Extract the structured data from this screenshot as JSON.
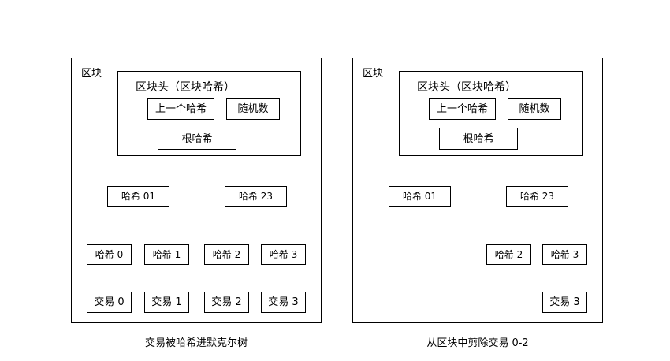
{
  "figure": {
    "title": "",
    "panels": [
      {
        "id": "left",
        "block_label": "区块",
        "caption": "交易被哈希进默克尔树",
        "header": {
          "title": "区块头（区块哈希）",
          "fields": [
            {
              "label": "上一个哈希"
            },
            {
              "label": "随机数"
            }
          ],
          "root": {
            "label": "根哈希"
          }
        },
        "hash_level_1": [
          {
            "label": "哈希 01"
          },
          {
            "label": "哈希 23"
          }
        ],
        "hash_level_0": [
          {
            "label": "哈希 0"
          },
          {
            "label": "哈希 1"
          },
          {
            "label": "哈希 2"
          },
          {
            "label": "哈希 3"
          }
        ],
        "transactions": [
          {
            "label": "交易 0"
          },
          {
            "label": "交易 1"
          },
          {
            "label": "交易 2"
          },
          {
            "label": "交易 3"
          }
        ]
      },
      {
        "id": "right",
        "block_label": "区块",
        "caption": "从区块中剪除交易 0-2",
        "header": {
          "title": "区块头（区块哈希）",
          "fields": [
            {
              "label": "上一个哈希"
            },
            {
              "label": "随机数"
            }
          ],
          "root": {
            "label": "根哈希"
          }
        },
        "hash_level_1": [
          {
            "label": "哈希 01"
          },
          {
            "label": "哈希 23"
          }
        ],
        "hash_level_0": [
          {
            "label": "哈希 2"
          },
          {
            "label": "哈希 3"
          }
        ],
        "transactions": [
          {
            "label": "交易 3"
          }
        ]
      }
    ]
  },
  "colors": {
    "stroke": "#000000",
    "background": "#ffffff"
  }
}
